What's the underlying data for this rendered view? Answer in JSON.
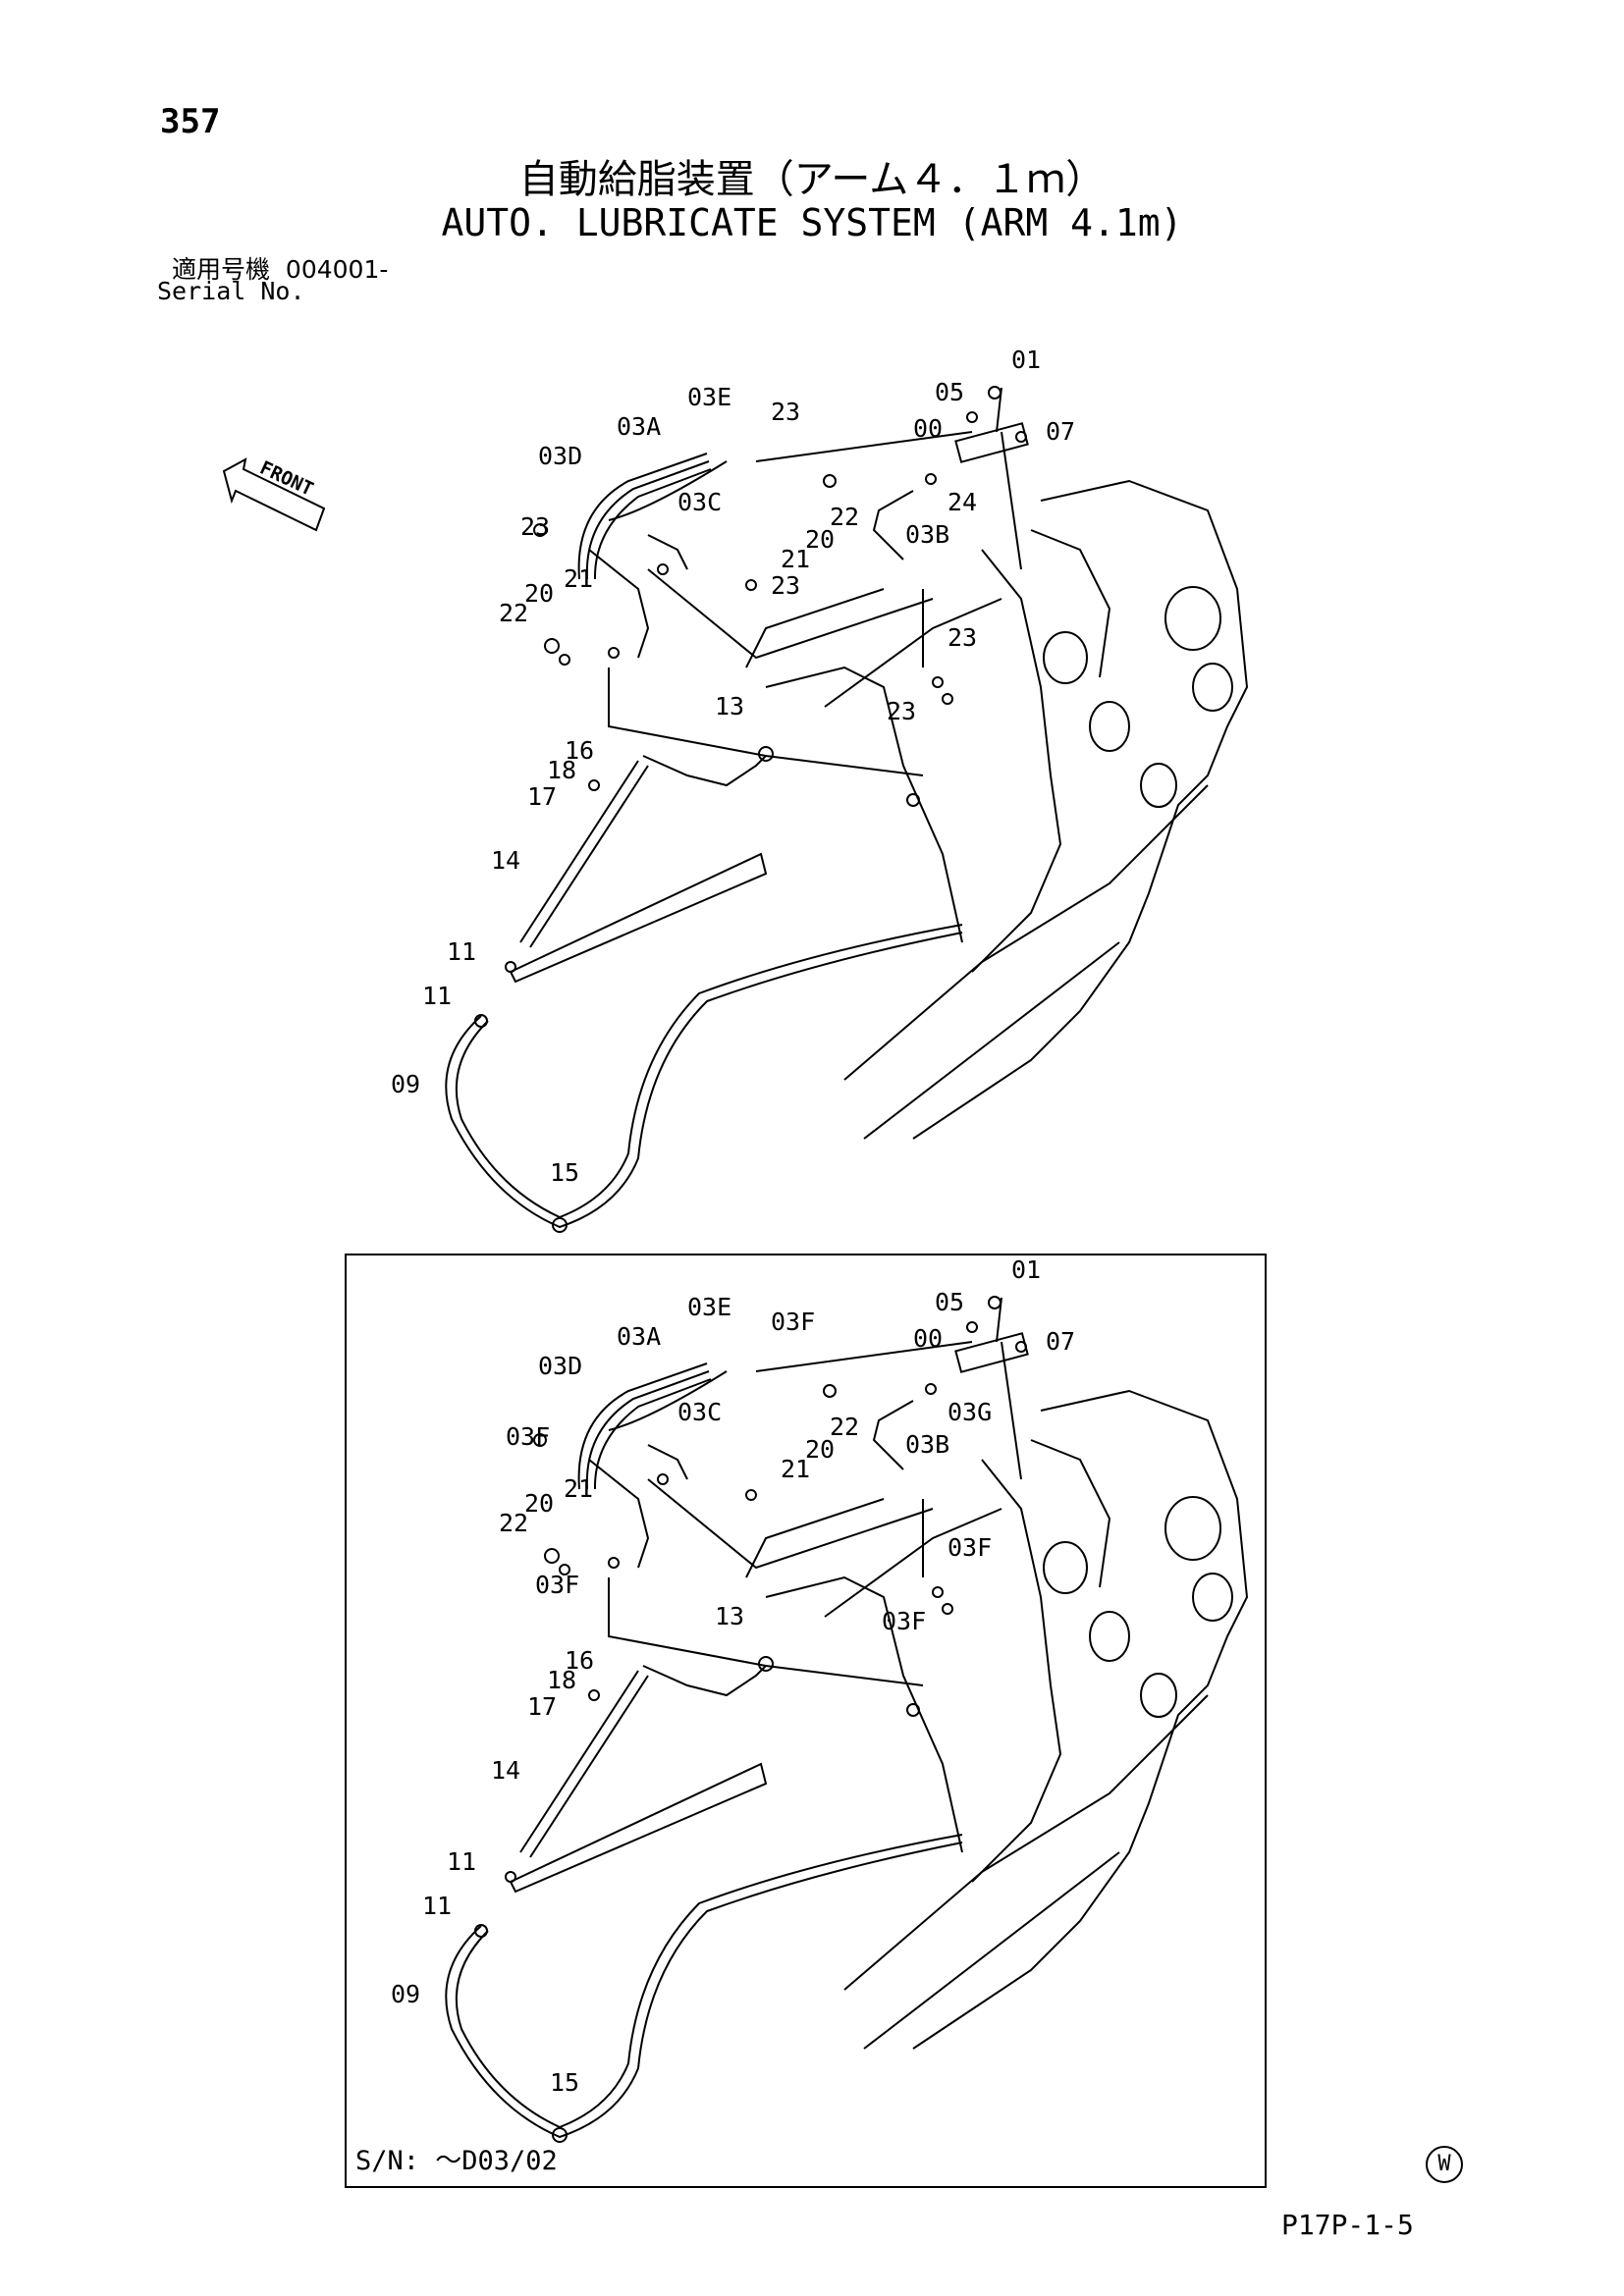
{
  "page_number": "357",
  "title_jp": "自動給脂装置（アーム４．１ｍ）",
  "title_en": "AUTO. LUBRICATE SYSTEM (ARM 4.1m)",
  "serial": {
    "label_jp": "適用号機",
    "value": "004001-",
    "label_en": "Serial No."
  },
  "front_label": "FRONT",
  "diagram_top": {
    "callouts": [
      "01",
      "05",
      "07",
      "00",
      "24",
      "03E",
      "23",
      "03A",
      "03D",
      "03C",
      "22",
      "20",
      "21",
      "03B",
      "23",
      "22",
      "20",
      "21",
      "23",
      "13",
      "23",
      "23",
      "16",
      "18",
      "17",
      "14",
      "11",
      "11",
      "09",
      "15"
    ]
  },
  "diagram_bottom": {
    "callouts": [
      "01",
      "05",
      "07",
      "00",
      "03G",
      "03E",
      "03F",
      "03A",
      "03D",
      "03C",
      "22",
      "20",
      "21",
      "03B",
      "03F",
      "22",
      "20",
      "21",
      "03F",
      "13",
      "03F",
      "03F",
      "16",
      "18",
      "17",
      "14",
      "11",
      "11",
      "09",
      "15"
    ],
    "sn_note": "S/N: ～D03/02"
  },
  "corner_mark": "W",
  "page_code": "P17P-1-5"
}
